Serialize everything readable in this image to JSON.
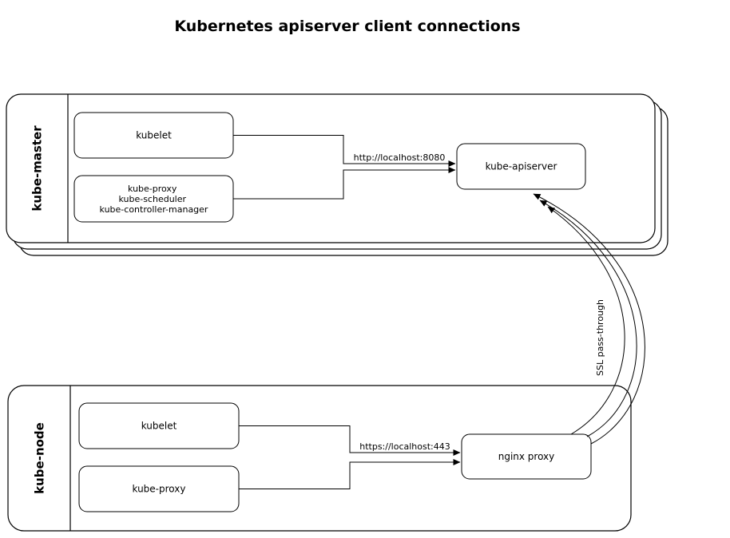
{
  "title": "Kubernetes apiserver client connections",
  "colors": {
    "stroke": "#000000",
    "background": "#ffffff"
  },
  "master": {
    "label": "kube-master",
    "kubelet": "kubelet",
    "stack_lines": [
      "kube-proxy",
      "kube-scheduler",
      "kube-controller-manager"
    ],
    "apiserver": "kube-apiserver",
    "edge_label": "http://localhost:8080"
  },
  "node": {
    "label": "kube-node",
    "kubelet": "kubelet",
    "proxy": "kube-proxy",
    "nginx": "nginx proxy",
    "edge_label": "https://localhost:443"
  },
  "ssl": {
    "label": "SSL pass-through"
  }
}
